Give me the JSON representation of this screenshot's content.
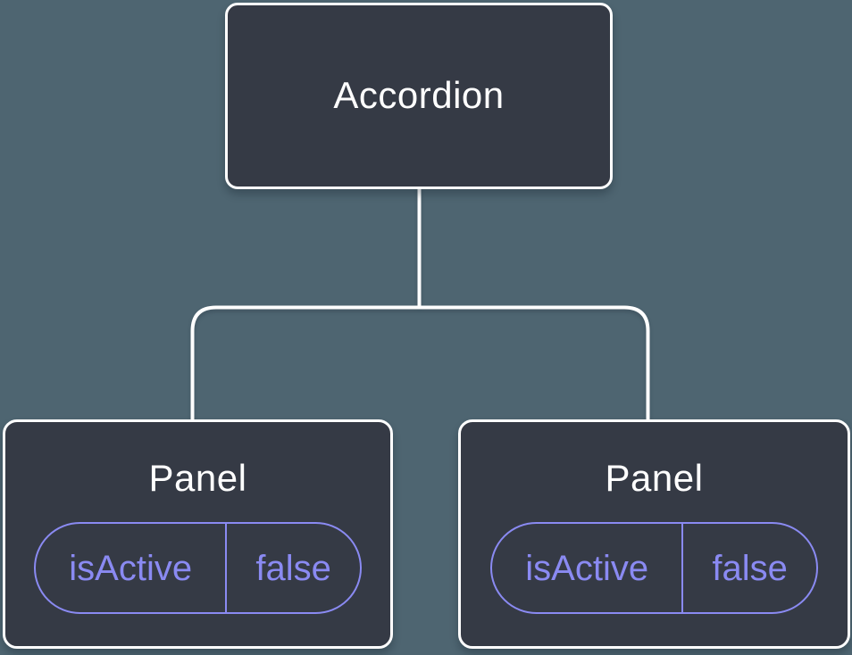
{
  "colors": {
    "canvas_background": "#4e6571",
    "node_background": "#353a45",
    "node_border": "#ffffff",
    "node_text": "#ffffff",
    "connector": "#ffffff",
    "state_accent": "#8a8af2"
  },
  "tree": {
    "root": {
      "label": "Accordion"
    },
    "children": [
      {
        "label": "Panel",
        "state": {
          "key": "isActive",
          "value": "false"
        }
      },
      {
        "label": "Panel",
        "state": {
          "key": "isActive",
          "value": "false"
        }
      }
    ]
  }
}
